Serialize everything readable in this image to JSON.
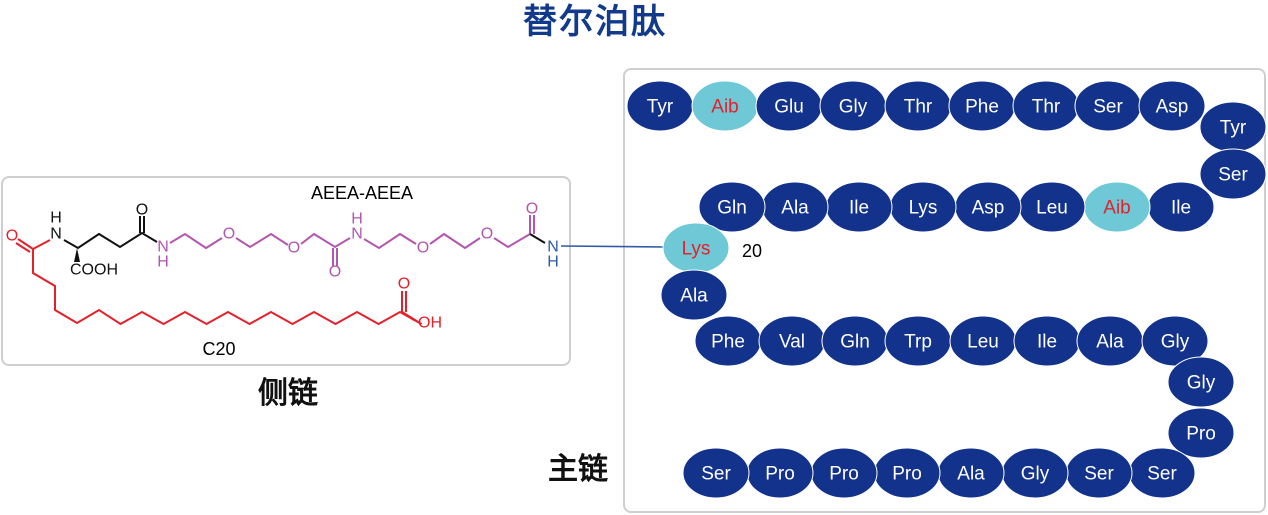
{
  "title": "替尔泊肽",
  "side_chain": {
    "label": "侧链",
    "linker_label": "AEEA-AEEA",
    "fatty_acid_label": "C20",
    "atoms": {
      "oxygen": "O",
      "nh_n": "N",
      "nh_h": "H",
      "cooh": "COOH",
      "oh": "OH"
    },
    "colors": {
      "fatty_acid": "#e4202a",
      "linker": "#b356ae",
      "glutamate": "#111111",
      "attachment": "#2e5aa8"
    }
  },
  "main_chain": {
    "label": "主链",
    "attachment_position_label": "20",
    "colors": {
      "bead": "#12328c",
      "bead_text": "#ffffff",
      "modified_bead": "#6fc8d6",
      "modified_text": "#e4202a"
    },
    "residues": [
      {
        "name": "Tyr",
        "modified": false
      },
      {
        "name": "Aib",
        "modified": true
      },
      {
        "name": "Glu",
        "modified": false
      },
      {
        "name": "Gly",
        "modified": false
      },
      {
        "name": "Thr",
        "modified": false
      },
      {
        "name": "Phe",
        "modified": false
      },
      {
        "name": "Thr",
        "modified": false
      },
      {
        "name": "Ser",
        "modified": false
      },
      {
        "name": "Asp",
        "modified": false
      },
      {
        "name": "Tyr",
        "modified": false
      },
      {
        "name": "Ser",
        "modified": false
      },
      {
        "name": "Ile",
        "modified": false
      },
      {
        "name": "Aib",
        "modified": true
      },
      {
        "name": "Leu",
        "modified": false
      },
      {
        "name": "Asp",
        "modified": false
      },
      {
        "name": "Lys",
        "modified": false
      },
      {
        "name": "Ile",
        "modified": false
      },
      {
        "name": "Ala",
        "modified": false
      },
      {
        "name": "Gln",
        "modified": false
      },
      {
        "name": "Lys",
        "modified": true
      },
      {
        "name": "Ala",
        "modified": false
      },
      {
        "name": "Phe",
        "modified": false
      },
      {
        "name": "Val",
        "modified": false
      },
      {
        "name": "Gln",
        "modified": false
      },
      {
        "name": "Trp",
        "modified": false
      },
      {
        "name": "Leu",
        "modified": false
      },
      {
        "name": "Ile",
        "modified": false
      },
      {
        "name": "Ala",
        "modified": false
      },
      {
        "name": "Gly",
        "modified": false
      },
      {
        "name": "Gly",
        "modified": false
      },
      {
        "name": "Pro",
        "modified": false
      },
      {
        "name": "Ser",
        "modified": false
      },
      {
        "name": "Ser",
        "modified": false
      },
      {
        "name": "Gly",
        "modified": false
      },
      {
        "name": "Ala",
        "modified": false
      },
      {
        "name": "Pro",
        "modified": false
      },
      {
        "name": "Pro",
        "modified": false
      },
      {
        "name": "Pro",
        "modified": false
      },
      {
        "name": "Ser",
        "modified": false
      }
    ]
  }
}
